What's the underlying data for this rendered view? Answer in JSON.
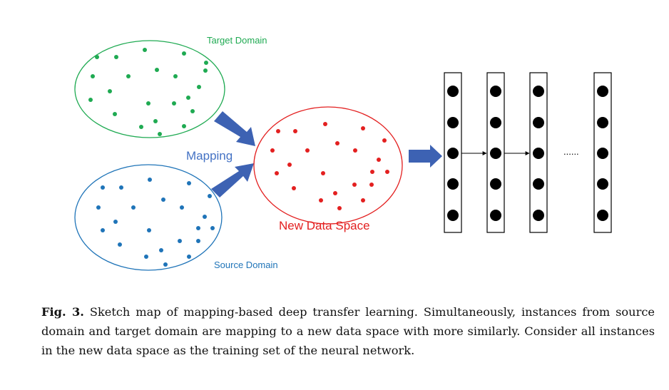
{
  "labels": {
    "target_domain": "Target Domain",
    "source_domain": "Source Domain",
    "mapping": "Mapping",
    "new_space": "New Data Space",
    "ellipsis": "......"
  },
  "colors": {
    "target": "#1faa52",
    "source": "#1f74b8",
    "new_space": "#e32020",
    "arrow": "#3d62b3",
    "mapping_text": "#4472c4"
  },
  "caption": {
    "label": "Fig. 3.",
    "text": "Sketch map of mapping-based deep transfer learning. Simultaneously, instances from source domain and target domain are mapping to a new data space with more similarly. Consider all instances in the new data space as the training set of the neural network."
  },
  "network": {
    "layers": 4,
    "nodes_per_layer": 5
  }
}
